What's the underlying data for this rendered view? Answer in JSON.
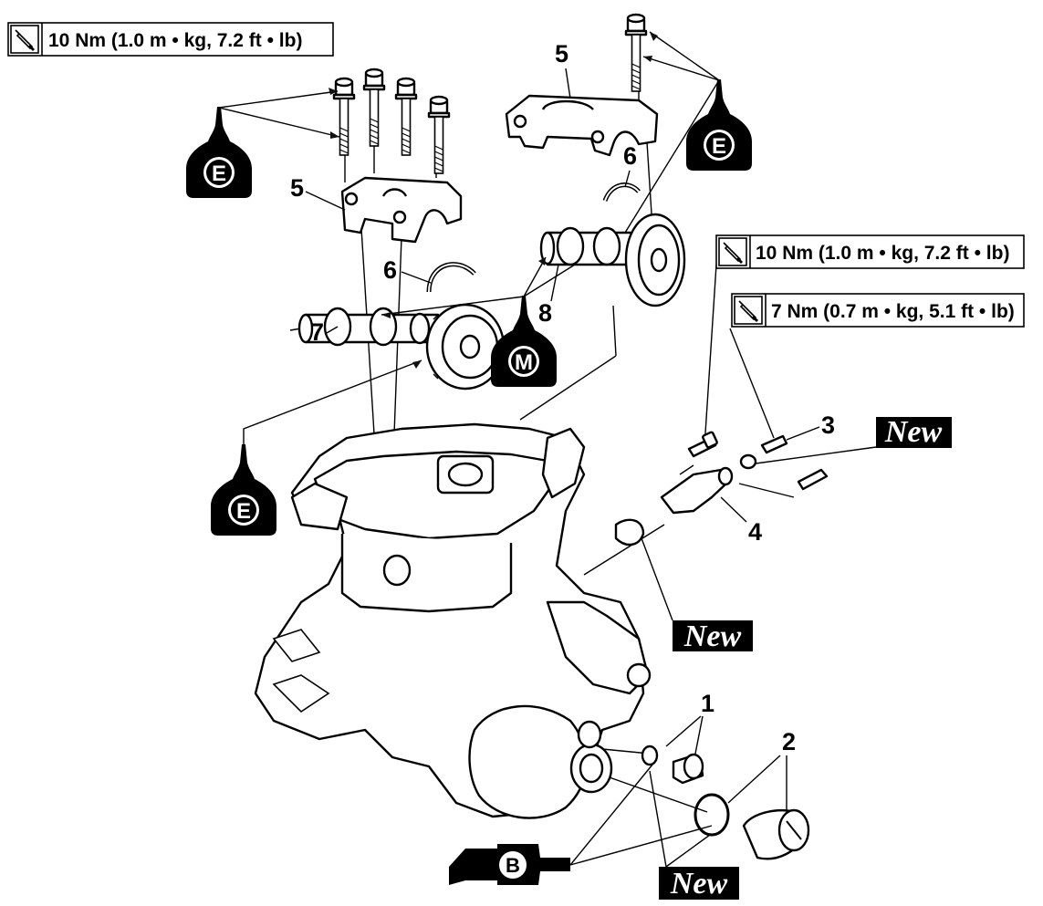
{
  "torque_specs": {
    "spec_top_left": "10 Nm (1.0 m • kg, 7.2 ft • lb)",
    "spec_right_upper": "10 Nm (1.0 m • kg, 7.2 ft • lb)",
    "spec_right_lower": "7 Nm (0.7 m • kg, 5.1 ft • lb)"
  },
  "part_numbers": {
    "p1": "1",
    "p2": "2",
    "p3": "3",
    "p4": "4",
    "p5_left": "5",
    "p5_right": "5",
    "p6_left": "6",
    "p6_right": "6",
    "p7": "7",
    "p8": "8"
  },
  "new_labels": {
    "new_upper_right": "New",
    "new_middle": "New",
    "new_bottom": "New"
  },
  "lubricant_symbols": {
    "engine_oil_letter": "E",
    "moly_oil_letter": "M",
    "grease_letter": "B"
  },
  "icons": {
    "torque": "torque-wrench-icon",
    "engine_oil": "oil-bottle-icon",
    "moly_oil": "oil-bottle-icon",
    "grease": "grease-gun-icon"
  }
}
